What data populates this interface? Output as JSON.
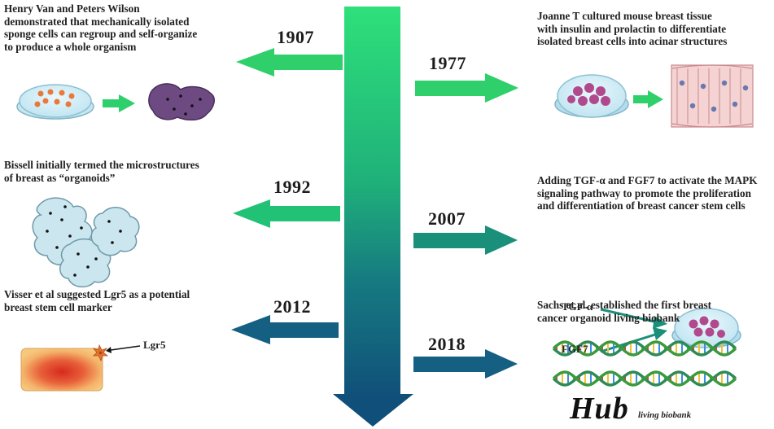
{
  "colors": {
    "arrow_green": "#2fd06c",
    "arrow_teal": "#1a8f7a",
    "arrow_blue": "#155f82",
    "timeline_top": "#2ee07a",
    "timeline_bottom": "#104f7a"
  },
  "events": [
    {
      "year": "1907",
      "lines": [
        "Henry Van and Peters Wilson",
        "demonstrated that mechanically isolated",
        "sponge cells can regroup and self-organize",
        "to produce a whole organism"
      ]
    },
    {
      "year": "1977",
      "lines": [
        "Joanne T cultured mouse breast tissue",
        "with insulin and prolactin to differentiate",
        "isolated breast cells into acinar structures"
      ]
    },
    {
      "year": "1992",
      "lines": [
        "Bissell  initially termed the microstructures",
        "of breast as “organoids”"
      ]
    },
    {
      "year": "2007",
      "lines": [
        "Adding TGF-α and FGF7 to activate the MAPK",
        "signaling pathway to promote the proliferation",
        "and differentiation of breast cancer stem cells"
      ]
    },
    {
      "year": "2012",
      "lines": [
        "Visser et al suggested Lgr5 as a potential",
        "breast stem cell marker"
      ]
    },
    {
      "year": "2018",
      "lines": [
        "Sachs et al. established the first breast",
        "cancer organoid living biobank"
      ]
    }
  ],
  "labels": {
    "tgf": "TGF-α",
    "fgf": "FGF7",
    "lgr5": "Lgr5",
    "hub": "Hub",
    "hub_sub": "living biobank"
  }
}
